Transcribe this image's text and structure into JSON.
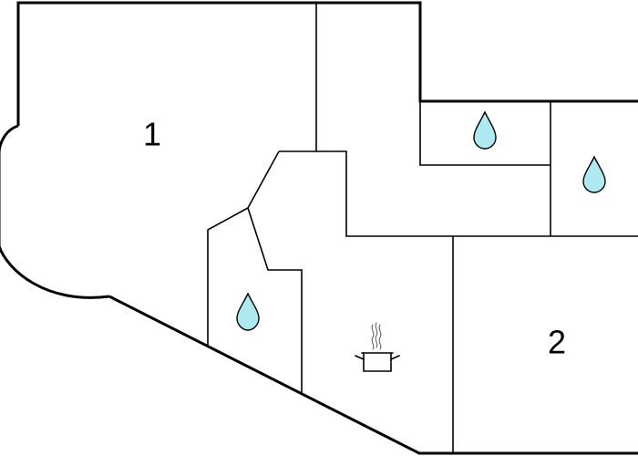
{
  "floor_plan": {
    "rooms": [
      {
        "id": "room-1",
        "label": "1",
        "type": "bedroom"
      },
      {
        "id": "room-2",
        "label": "2",
        "type": "bedroom"
      }
    ],
    "bathrooms": [
      {
        "id": "bathroom-top-middle",
        "icon": "water-drop-icon"
      },
      {
        "id": "bathroom-top-right",
        "icon": "water-drop-icon"
      },
      {
        "id": "bathroom-left",
        "icon": "water-drop-icon"
      }
    ],
    "kitchen": {
      "icon": "cooking-pot-icon"
    },
    "colors": {
      "walls": "#000000",
      "water_drop_fill": "#aee9f2",
      "background": "#ffffff"
    }
  }
}
